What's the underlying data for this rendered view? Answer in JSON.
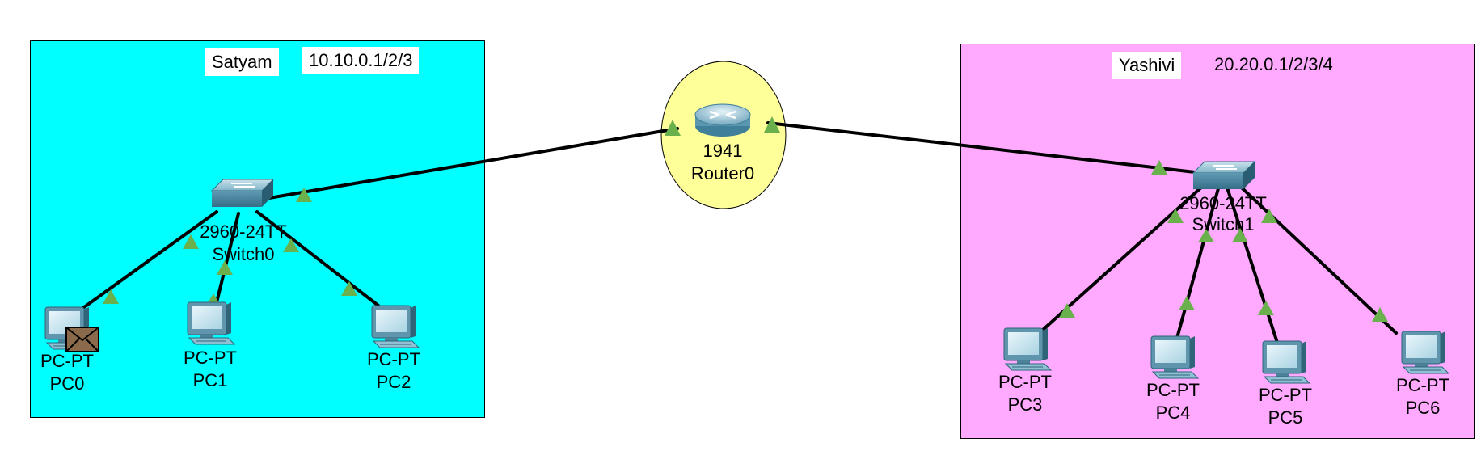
{
  "colors": {
    "zone_left": "#00ffff",
    "zone_right": "#ffaaff",
    "router_cluster": "#ffff99",
    "link": "#000000",
    "link_indicator": "#6ab04c"
  },
  "zones": {
    "left": {
      "name": "Satyam",
      "network": "10.10.0.1/2/3"
    },
    "right": {
      "name": "Yashivi",
      "network": "20.20.0.1/2/3/4"
    }
  },
  "router": {
    "model": "1941",
    "name": "Router0"
  },
  "switches": {
    "switch0": {
      "model": "2960-24TT",
      "name": "Switch0"
    },
    "switch1": {
      "model": "2960-24TT",
      "name": "Switch1"
    }
  },
  "pcs": {
    "pc0": {
      "type": "PC-PT",
      "name": "PC0",
      "has_message": true
    },
    "pc1": {
      "type": "PC-PT",
      "name": "PC1"
    },
    "pc2": {
      "type": "PC-PT",
      "name": "PC2"
    },
    "pc3": {
      "type": "PC-PT",
      "name": "PC3"
    },
    "pc4": {
      "type": "PC-PT",
      "name": "PC4"
    },
    "pc5": {
      "type": "PC-PT",
      "name": "PC5"
    },
    "pc6": {
      "type": "PC-PT",
      "name": "PC6"
    }
  },
  "icons": {
    "router": "router-icon",
    "switch": "switch-icon",
    "pc": "pc-icon",
    "message": "envelope-icon"
  }
}
